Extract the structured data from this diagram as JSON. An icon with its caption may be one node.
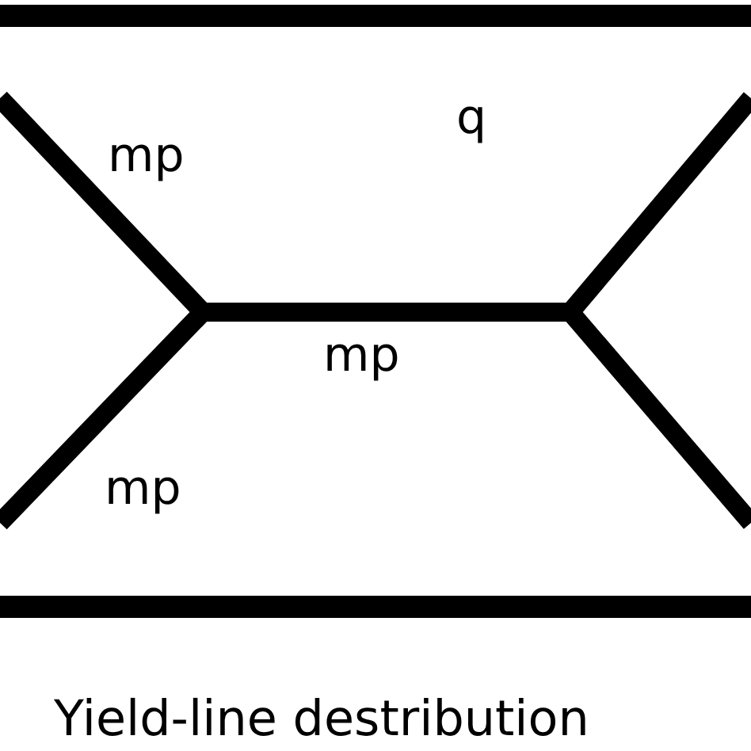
{
  "diagram": {
    "caption": "Yield-line destribution",
    "labels": [
      "q",
      "mp",
      "mp",
      "mp"
    ]
  }
}
